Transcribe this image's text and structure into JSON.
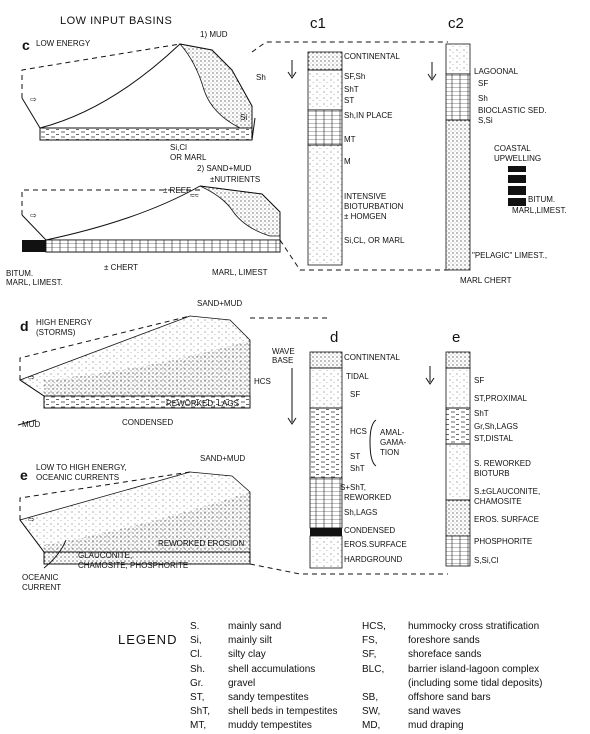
{
  "title": "LOW INPUT BASINS",
  "blocks": {
    "c_top": {
      "letter": "c",
      "energy": "LOW ENERGY",
      "source": "1) MUD",
      "labels": [
        "Sh",
        "Si",
        "Si,Cl",
        "OR MARL"
      ]
    },
    "c_bottom": {
      "source": "2) SAND+MUD",
      "source2": "±NUTRIENTS",
      "labels": [
        "± REEF",
        "MARL, LIMEST",
        "BITUM.",
        "MARL, LIMEST.",
        "± CHERT"
      ]
    },
    "d": {
      "letter": "d",
      "energy": "HIGH ENERGY",
      "energy2": "(STORMS)",
      "source": "SAND+MUD",
      "labels": [
        "HCS",
        "REWORKED, LAGS",
        "CONDENSED",
        "MUD"
      ]
    },
    "e": {
      "letter": "e",
      "energy": "LOW TO HIGH ENERGY,",
      "energy2": "OCEANIC CURRENTS",
      "source": "SAND+MUD",
      "labels": [
        "REWORKED EROSION",
        "GLAUCONITE,",
        "CHAMOSITE, PHOSPHORITE",
        "OCEANIC",
        "CURRENT"
      ]
    }
  },
  "columns": {
    "c1": {
      "name": "c1",
      "labels": [
        "CONTINENTAL",
        "SF,Sh",
        "ShT",
        "ST",
        "Sh,IN PLACE",
        "MT",
        "M",
        "INTENSIVE",
        "BIOTURBATION",
        "± HOMGEN",
        "Si,CL, OR MARL"
      ]
    },
    "c2": {
      "name": "c2",
      "labels": [
        "LAGOONAL",
        "SF",
        "Sh",
        "BIOCLASTIC SED.",
        "S,Si",
        "\"PELAGIC\" LIMEST.,",
        "MARL CHERT"
      ]
    },
    "upwelling": {
      "title": "COASTAL",
      "title2": "UPWELLING",
      "labels": [
        "BITUM.",
        "MARL,LIMEST."
      ]
    },
    "d": {
      "name": "d",
      "labels": [
        "CONTINENTAL",
        "WAVE",
        "BASE",
        "TIDAL",
        "SF",
        "HCS",
        "ST",
        "ShT",
        "S+ShT,",
        "REWORKED",
        "Sh,LAGS",
        "CONDENSED",
        "EROS.SURFACE",
        "HARDGROUND"
      ],
      "amalg": [
        "AMAL-",
        "GAMA-",
        "TION"
      ]
    },
    "e": {
      "name": "e",
      "labels": [
        "SF",
        "ST,PROXIMAL",
        "ShT",
        "Gr,Sh,LAGS",
        "ST,DISTAL",
        "S. REWORKED",
        "BIOTURB",
        "S.±GLAUCONITE,",
        "CHAMOSITE",
        "EROS. SURFACE",
        "PHOSPHORITE",
        "S,Si,Cl"
      ]
    }
  },
  "legend": {
    "title": "LEGEND",
    "left": [
      {
        "abbr": "S.",
        "desc": "mainly sand"
      },
      {
        "abbr": "Si,",
        "desc": "mainly silt"
      },
      {
        "abbr": "Cl.",
        "desc": "silty clay"
      },
      {
        "abbr": "Sh.",
        "desc": "shell accumulations"
      },
      {
        "abbr": "Gr.",
        "desc": "gravel"
      },
      {
        "abbr": "ST,",
        "desc": "sandy tempestites"
      },
      {
        "abbr": "ShT,",
        "desc": "shell beds in tempestites"
      },
      {
        "abbr": "MT,",
        "desc": "muddy tempestites"
      }
    ],
    "right": [
      {
        "abbr": "HCS,",
        "desc": "hummocky cross stratification"
      },
      {
        "abbr": "FS,",
        "desc": "foreshore sands"
      },
      {
        "abbr": "SF,",
        "desc": "shoreface sands"
      },
      {
        "abbr": "BLC,",
        "desc": "barrier island-lagoon complex"
      },
      {
        "abbr": "",
        "desc": "(including some tidal deposits)"
      },
      {
        "abbr": "SB,",
        "desc": "offshore sand bars"
      },
      {
        "abbr": "SW,",
        "desc": "sand waves"
      },
      {
        "abbr": "MD,",
        "desc": "mud draping"
      }
    ]
  }
}
